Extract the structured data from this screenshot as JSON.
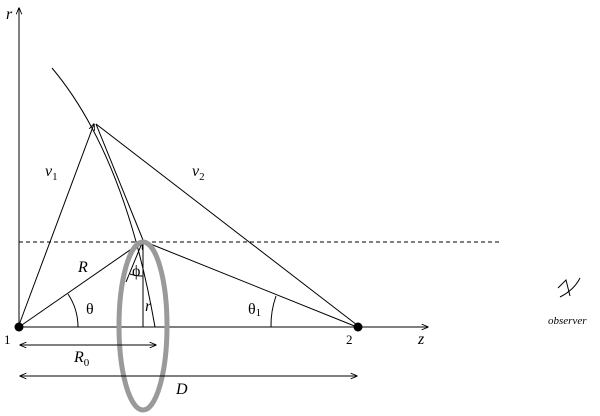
{
  "axes": {
    "r_label": "r",
    "z_label": "z"
  },
  "points": {
    "p1_label": "1",
    "p2_label": "2"
  },
  "labels": {
    "v1": "v",
    "v1_sub": "1",
    "v2": "v",
    "v2_sub": "2",
    "R": "R",
    "theta": "θ",
    "theta1": "θ",
    "theta1_sub": "1",
    "phi": "ϕ",
    "r_inner": "r",
    "R0": "R",
    "R0_sub": "0",
    "D": "D",
    "observer": "observer"
  },
  "colors": {
    "ring": "#9a9a9a",
    "ink": "#000000"
  }
}
